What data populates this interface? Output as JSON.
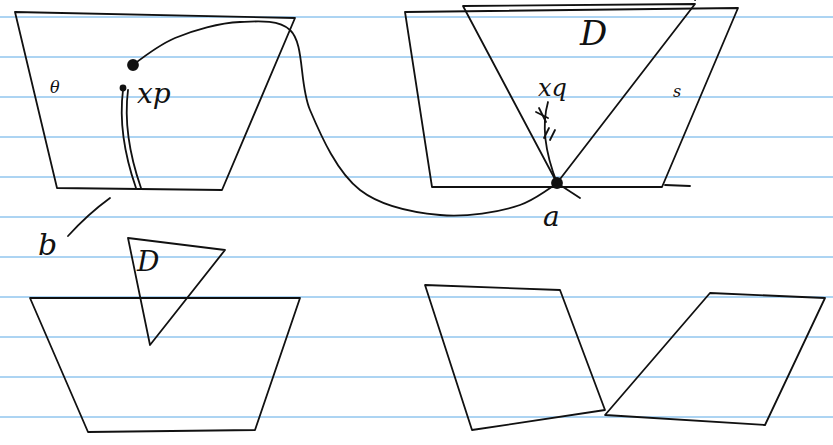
{
  "diagram": {
    "nodes": [
      {
        "text": [
          "θ",
          "xp"
        ]
      },
      {
        "text": [
          "s"
        ]
      },
      {
        "text": [
          "D",
          "xq"
        ],
        "in": 1
      },
      {
        "text": [
          "D"
        ]
      }
    ],
    "edges": [
      {
        "from": 0,
        "to": 2,
        "arrow": "none"
      }
    ],
    "labels": [
      "a",
      "b"
    ]
  }
}
